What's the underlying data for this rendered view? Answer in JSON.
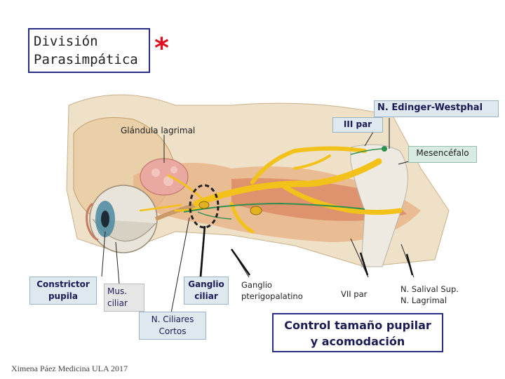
{
  "title": {
    "line1": "División",
    "line2": "Parasimpática",
    "marker": "*"
  },
  "labels": {
    "edinger": "N. Edinger-Westphal",
    "iii_par": "III par",
    "glandula": "Glándula lagrimal",
    "mesencefalo": "Mesencéfalo",
    "constrictor_line1": "Constrictor",
    "constrictor_line2": "pupila",
    "mus_line1": "Mus.",
    "mus_line2": "ciliar",
    "ganglio_ciliar_line1": "Ganglio",
    "ganglio_ciliar_line2": "ciliar",
    "ciliares_line1": "N. Ciliares",
    "ciliares_line2": "Cortos",
    "pterigo_line1": "Ganglio",
    "pterigo_line2": "pterigopalatino",
    "vii_par": "VII par",
    "salival_line1": "N. Salival Sup.",
    "salival_line2": "N. Lagrimal"
  },
  "control": {
    "line1": "Control tamaño pupilar",
    "line2": "y acomodación"
  },
  "credit": "Ximena Páez Medicina ULA 2017",
  "colors": {
    "title_border": "#2a2f86",
    "marker": "#e0101e",
    "nerve": "#f2c21a",
    "tissue": "#e7b58a"
  }
}
